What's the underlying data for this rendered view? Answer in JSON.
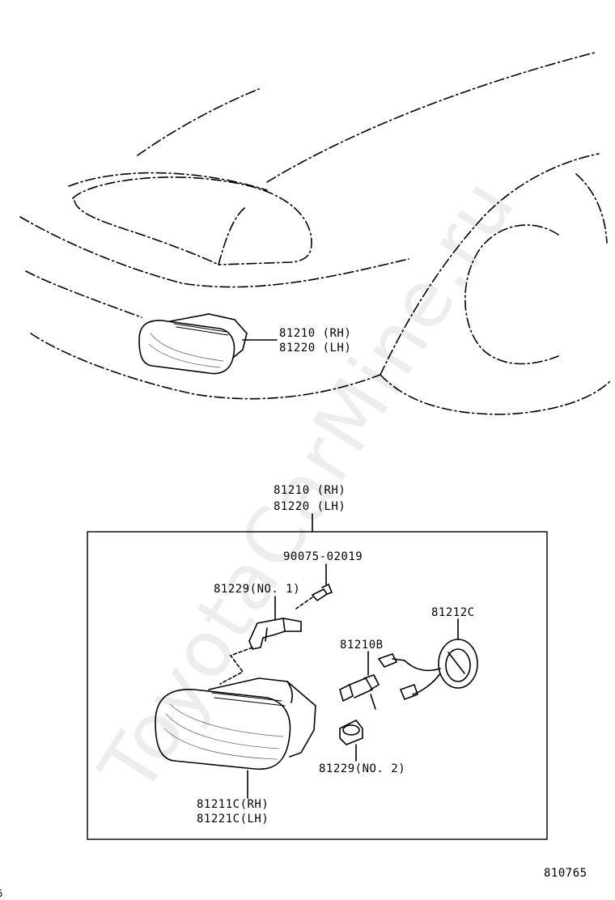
{
  "watermark": "ToyotaCarMine.ru",
  "top_callout": {
    "part_rh": "81210 (RH)",
    "part_lh": "81220 (LH)"
  },
  "assembly_callout": {
    "part_rh": "81210 (RH)",
    "part_lh": "81220 (LH)"
  },
  "parts": {
    "screw": "90075-02019",
    "clip_no1": "81229(NO. 1)",
    "bulb": "81210B",
    "socket_wire": "81212C",
    "grommet_no2": "81229(NO. 2)",
    "lens_rh": "81211C(RH)",
    "lens_lh": "81221C(LH)"
  },
  "diagram_number": "810765",
  "edge_mark": "6"
}
